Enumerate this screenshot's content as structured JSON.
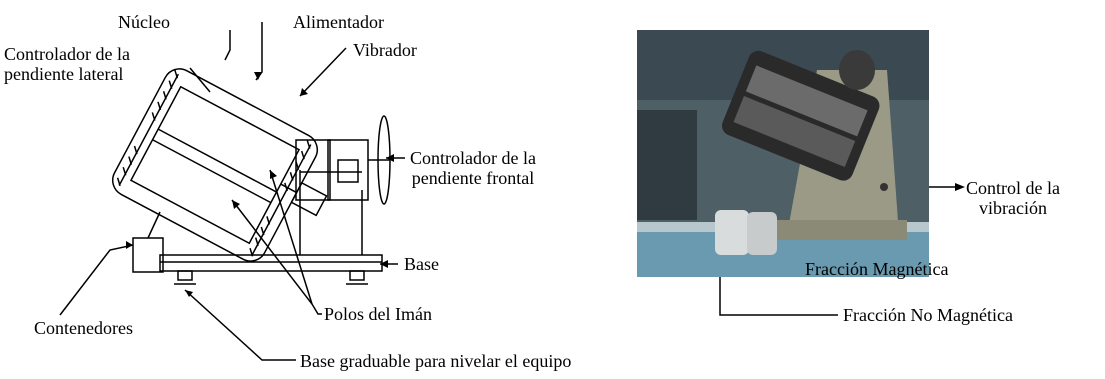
{
  "labels": {
    "nucleo": "Núcleo",
    "alimentador": "Alimentador",
    "vibrador": "Vibrador",
    "controlador_lateral_1": "Controlador de la",
    "controlador_lateral_2": "pendiente lateral",
    "controlador_frontal_1": "Controlador de la",
    "controlador_frontal_2": "pendiente frontal",
    "base": "Base",
    "contenedores": "Contenedores",
    "polos": "Polos del Imán",
    "base_graduable": "Base graduable para nivelar el equipo",
    "control_vibracion_1": "Control de la",
    "control_vibracion_2": "vibración",
    "fraccion_magnetica": "Fracción Magnética",
    "fraccion_no_magnetica": "Fracción No Magnética"
  },
  "colors": {
    "line": "#000000",
    "photo_background": "#5a6b72",
    "machine_body": "#9b9a86",
    "coil_dark": "#2a2a2a",
    "table_top": "#6a9ab0"
  }
}
